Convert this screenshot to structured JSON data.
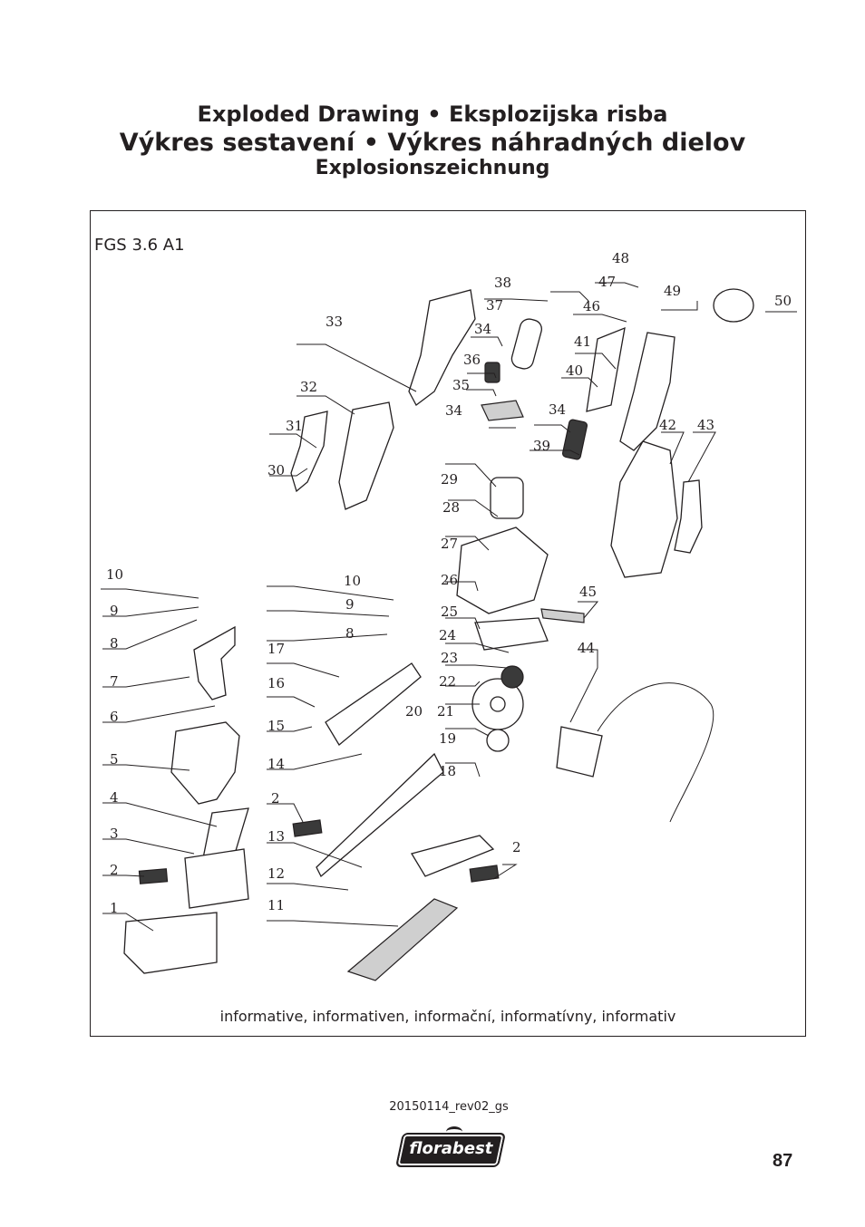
{
  "titles": {
    "line1": "Exploded Drawing • Eksplozijska risba",
    "line2": "Výkres sestavení • Výkres náhradných dielov",
    "line3": "Explosionszeichnung"
  },
  "model": "FGS 3.6 A1",
  "caption": "informative, informativen, informační, informatívny, informativ",
  "revision": "20150114_rev02_gs",
  "brand": "florabest",
  "page_number": "87",
  "icons": [
    "florabest-logo"
  ],
  "colors": {
    "ink": "#231f20",
    "paper": "#ffffff"
  },
  "callouts": [
    "1",
    "2",
    "2",
    "2",
    "3",
    "4",
    "5",
    "6",
    "7",
    "8",
    "8",
    "9",
    "9",
    "10",
    "10",
    "11",
    "12",
    "13",
    "14",
    "15",
    "16",
    "17",
    "18",
    "19",
    "20",
    "21",
    "22",
    "23",
    "24",
    "25",
    "26",
    "27",
    "28",
    "29",
    "30",
    "31",
    "32",
    "33",
    "34",
    "34",
    "34",
    "35",
    "36",
    "37",
    "38",
    "39",
    "40",
    "41",
    "42",
    "43",
    "44",
    "45",
    "46",
    "47",
    "48",
    "49",
    "50"
  ]
}
